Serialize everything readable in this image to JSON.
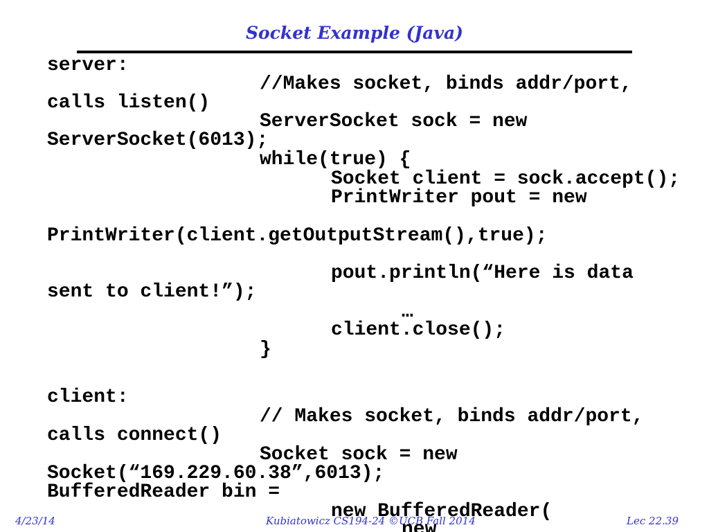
{
  "slide": {
    "title": "Socket Example (Java)",
    "footer": {
      "date": "4/23/14",
      "course": "Kubiatowicz CS194-24 ©UCB Fall 2014",
      "lecture": "Lec 22.39"
    },
    "lines": [
      "server:",
      "//Makes socket, binds addr/port,",
      "calls listen()",
      "ServerSocket sock = new",
      "ServerSocket(6013);",
      "while(true) {",
      "Socket client = sock.accept();",
      "PrintWriter pout = new",
      "PrintWriter(client.getOutputStream(),true);",
      "pout.println(“Here is data",
      "sent to client!”);",
      "…",
      "client.close();",
      "}",
      "client:",
      "// Makes socket, binds addr/port,",
      "calls connect()",
      "Socket sock = new",
      "Socket(“169.229.60.38”,6013);",
      "BufferedReader bin =",
      "new BufferedReader(",
      "new"
    ]
  }
}
